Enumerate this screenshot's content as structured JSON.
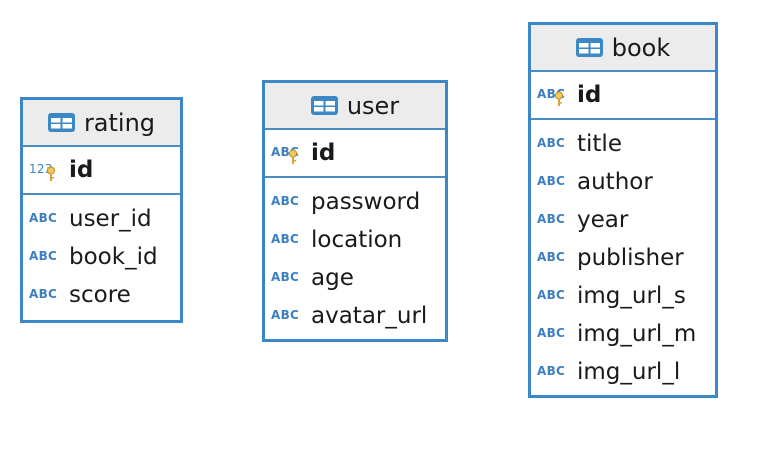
{
  "tables": [
    {
      "name": "rating",
      "pk": {
        "type": "123",
        "name": "id"
      },
      "columns": [
        {
          "type": "ABC",
          "name": "user_id"
        },
        {
          "type": "ABC",
          "name": "book_id"
        },
        {
          "type": "ABC",
          "name": "score"
        }
      ]
    },
    {
      "name": "user",
      "pk": {
        "type": "ABC",
        "name": "id"
      },
      "columns": [
        {
          "type": "ABC",
          "name": "password"
        },
        {
          "type": "ABC",
          "name": "location"
        },
        {
          "type": "ABC",
          "name": "age"
        },
        {
          "type": "ABC",
          "name": "avatar_url"
        }
      ]
    },
    {
      "name": "book",
      "pk": {
        "type": "ABC",
        "name": "id"
      },
      "columns": [
        {
          "type": "ABC",
          "name": "title"
        },
        {
          "type": "ABC",
          "name": "author"
        },
        {
          "type": "ABC",
          "name": "year"
        },
        {
          "type": "ABC",
          "name": "publisher"
        },
        {
          "type": "ABC",
          "name": "img_url_s"
        },
        {
          "type": "ABC",
          "name": "img_url_m"
        },
        {
          "type": "ABC",
          "name": "img_url_l"
        }
      ]
    }
  ],
  "icons": {
    "table": "table-icon",
    "primary_key": "key-icon"
  },
  "colors": {
    "border": "#3c88c6",
    "type_label": "#3d7fc1",
    "header_bg": "#ececec"
  }
}
